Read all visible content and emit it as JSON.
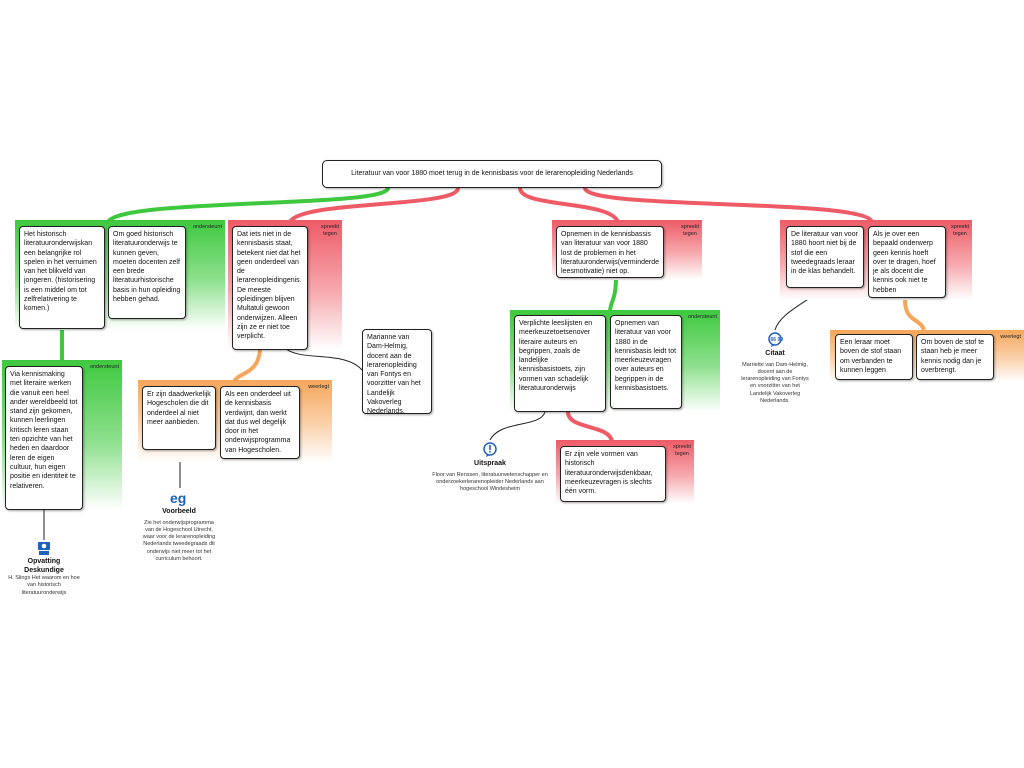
{
  "root": "Literatuur van voor 1880 moet terug in de kennisbasis voor de lerarenopleiding Nederlands",
  "bands": {
    "ondersteunt": "ondersteunt",
    "spreekt_tegen_1": "spreekt",
    "spreekt_tegen_2": "tegen",
    "weerlegt": "weerlegt"
  },
  "nodes": {
    "n1": "Het historisch literatuuronderwijskan een belangrijke rol spelen in het verruimen van het blikveld van jongeren. (historisering is een middel om tot zelfrelativering te komen.)",
    "n2": "Om goed historisch literatuuronderwijs te kunnen geven, moeten docenten zelf een brede literatuurhistorische basis in hun opleiding hebben gehad.",
    "n3": "Via kennismaking met literaire werken die vanuit een heel ander wereldbeeld tot stand zijn gekomen, kunnen leerlingen kritisch leren staan ten opzichte van het heden en daardoor leren de eigen cultuur, hun eigen positie en identiteit te relativeren.",
    "n4": "Dat iets niet in de kennisbasis staat, betekent niet dat het geen onderdeel van de lerarenopleidingenis. De meeste opleidingen blijven Multatuli gewoon onderwijzen. Alleen zijn ze er niet toe verplicht.",
    "n5": "Marianne van Dam-Helmig, docent aan de lerarenopleiding van Fontys en voorzitter van het Landelijk Vakoverleg Nederlands.",
    "n6": "Er zijn daadwerkelijk Hogescholen die dit onderdeel al niet meer aanbieden.",
    "n7": "Als een onderdeel uit de kennisbasis verdwijnt, dan werkt dat dus wel degelijk door in het onderwijsprogramma van Hogescholen.",
    "n8": "Opnemen in de kennisbassis van literatuur van voor 1880 lost de problemen in het literatuuronderwijs(verminderde leesmotivatie) niet op.",
    "n9": "Verplichte leeslijsten en meerkeuzetoetsenover literaire auteurs en begrippen, zoals de landelijke kennisbasistoets, zijn vormen van schadelijk literatuuronderwijs",
    "n10": "Opnemen van literatuur van voor 1880 in de kennisbasis leidt tot meerkeuzevragen over auteurs en begrippen in de kennisbasistoets.",
    "n11": "Er zijn vele vormen van historisch literatuuronderwijsdenkbaar, meerkeuzevragen is slechts één vorm.",
    "n12": "De literatuur van voor 1880 hoort niet bij de stof die een tweedegraads leraar in de klas behandelt.",
    "n13": "Als je over een bepaald onderwerp geen kennis hoeft over te dragen, hoef je als docent die kennis ook niet te hebben",
    "n14": "Een leraar moet boven de stof staan om verbanden te kunnen leggen",
    "n15": "Om boven de stof te staan heb je meer kennis nodig dan je overbrengt."
  },
  "annotations": {
    "opvatting": {
      "title_1": "Opvatting",
      "title_2": "Deskundige",
      "text": "H. Slings Het waarom en hoe van historisch literatuuronderwijs"
    },
    "voorbeeld": {
      "title": "Voorbeeld",
      "text": "Zie het onderwijsprogramma van de Hogeschool Utrecht, waar voor de lerarenopleiding Nederlands tweedegraads dit onderwijs niet meer tot het curriculum behoort."
    },
    "uitspraak": {
      "title": "Uitspraak",
      "text": "Floor van Renssen, literatuurwetenschapper en onderzoekerlerarenopleider Nederlands aan hogeschool Windesheim"
    },
    "citaat": {
      "title": "Citaat",
      "text": "Marriette van Dam-Helmig, docent aan de lerarenopleiding van Fontys en voorzitter van het Landelijk Vakoverleg Nederlands."
    }
  },
  "icons": {
    "opvatting": "teacher-icon",
    "voorbeeld": "eg-icon",
    "uitspraak": "exclamation-icon",
    "citaat": "quote-icon"
  },
  "colors": {
    "support": "#3ec83e",
    "oppose": "#ee5b66",
    "rebut": "#f6a65a"
  }
}
